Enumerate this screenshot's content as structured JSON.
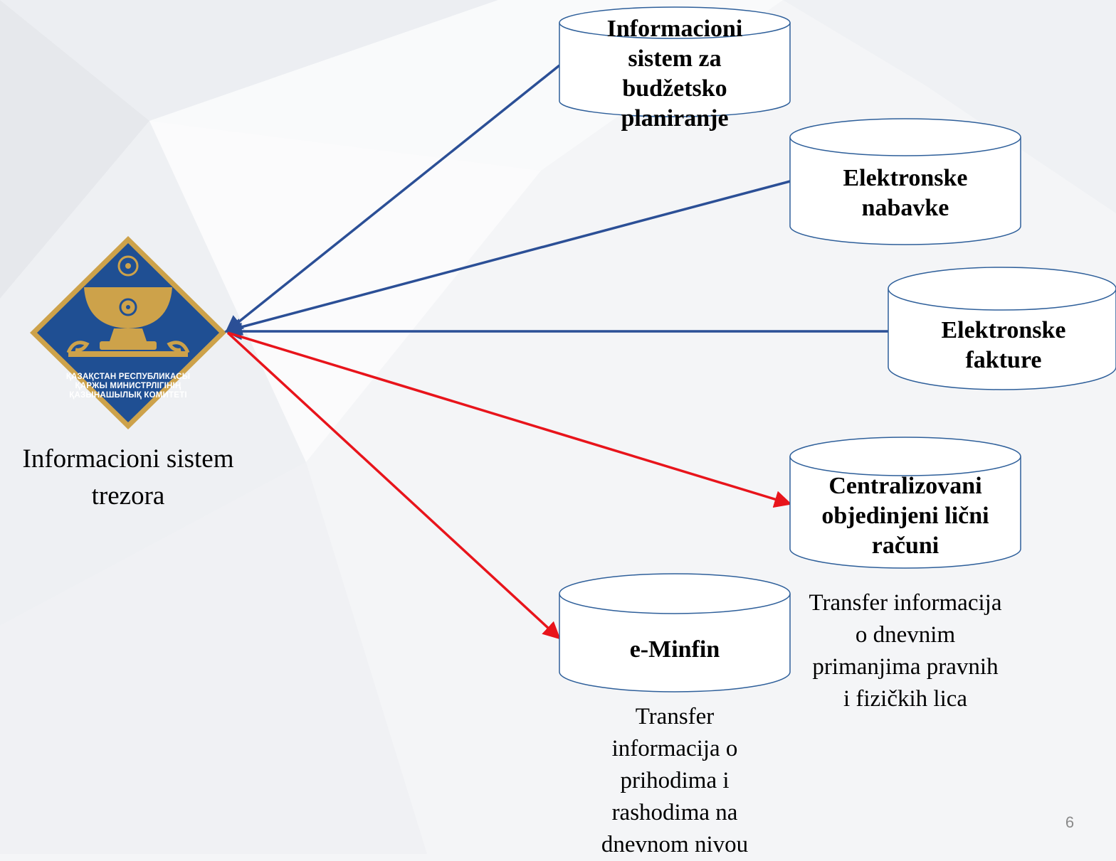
{
  "logo": {
    "org_lines": [
      "ҚАЗАҚСТАН РЕСПУБЛИКАСЫ",
      "ҚАРЖЫ МИНИСТРЛІГІНІҢ",
      "ҚАЗЫНАШЫЛЫҚ КОМИТЕТІ"
    ],
    "caption": "Informacioni sistem trezora"
  },
  "systems": {
    "budget_planning": "Informacioni sistem za budžetsko planiranje",
    "e_procurement": "Elektronske nabavke",
    "e_invoices": "Elektronske fakture",
    "personal_accounts": "Centralizovani objedinjeni lični računi",
    "e_minfin": "e-Minfin"
  },
  "notes": {
    "e_minfin": "Transfer informacija o prihodima i rashodima na dnevnom nivou",
    "personal_accounts": "Transfer informacija o dnevnim primanjima pravnih i fizičkih lica"
  },
  "page_number": "6",
  "colors": {
    "inbound_arrow": "#2b4f96",
    "outbound_arrow": "#e8141b",
    "logo_blue": "#1f4f93",
    "logo_gold": "#cda24a"
  }
}
